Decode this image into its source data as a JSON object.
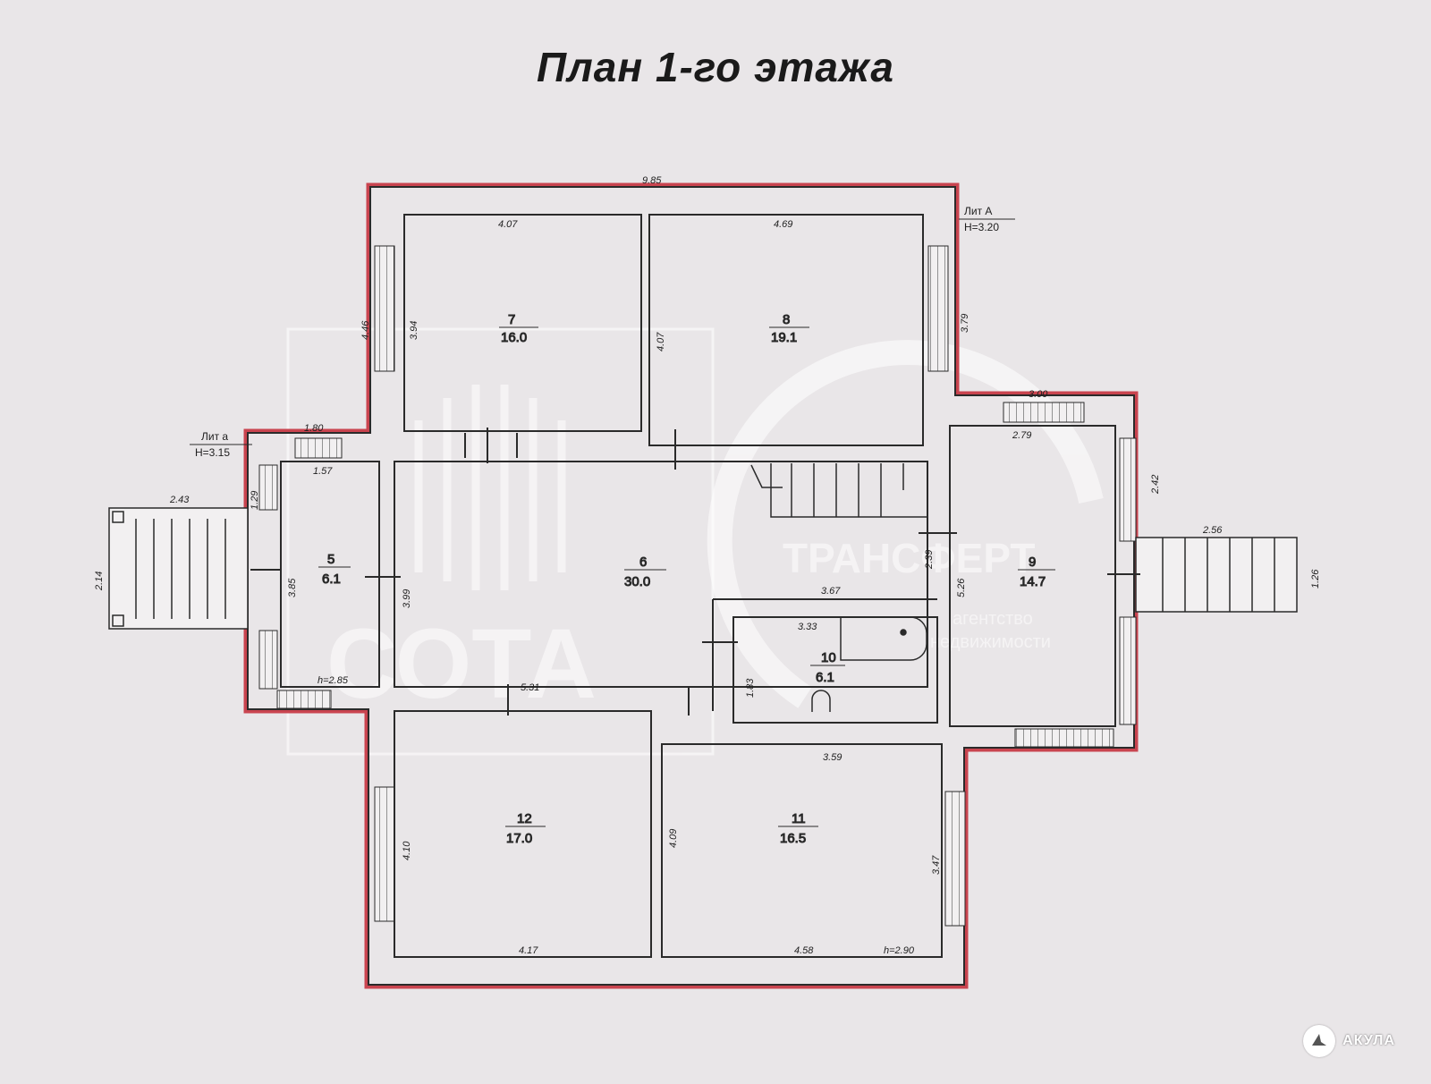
{
  "title": "План 1-го этажа",
  "accent_color": "#c9444f",
  "lit_a": {
    "name": "Лит А",
    "height": "H=3.20"
  },
  "lit_a_small": {
    "name": "Лит а",
    "height": "H=3.15"
  },
  "rooms": [
    {
      "num": "7",
      "area": "16.0"
    },
    {
      "num": "8",
      "area": "19.1"
    },
    {
      "num": "5",
      "area": "6.1"
    },
    {
      "num": "6",
      "area": "30.0"
    },
    {
      "num": "9",
      "area": "14.7"
    },
    {
      "num": "10",
      "area": "6.1"
    },
    {
      "num": "12",
      "area": "17.0"
    },
    {
      "num": "11",
      "area": "16.5"
    }
  ],
  "dimensions": {
    "top_total": "9.85",
    "r7_width": "4.07",
    "r8_width": "4.69",
    "r7_height": "3.94",
    "r8_left_height": "4.07",
    "r8_right_outer": "3.79",
    "left_upper_outer": "4.46",
    "lit_a_width_outer": "1.80",
    "lit_a_width_inner": "1.57",
    "lit_a_side": "1.29",
    "porch_left_width": "2.43",
    "porch_left_height": "2.14",
    "r5_height": "3.85",
    "r6_left_height": "3.99",
    "h_285": "h=2.85",
    "r6_bottom": "5.31",
    "stair_area_height": "2.39",
    "bath_top": "3.67",
    "bath_width": "3.33",
    "bath_height": "1.83",
    "r9_outer_top": "3.00",
    "r9_inner_top": "2.79",
    "r9_side_outer": "2.42",
    "r9_height": "5.26",
    "porch_right_width": "2.56",
    "porch_right_height": "1.26",
    "r11_top": "3.59",
    "r12_height": "4.10",
    "r11_left_height": "4.09",
    "r11_right_height": "3.47",
    "r12_bottom": "4.17",
    "r11_bottom": "4.58",
    "h_290": "h=2.90"
  },
  "watermark": {
    "left_text": "СОТА",
    "right_text": "ТРАНСФЕРТ",
    "right_sub1": "агентство",
    "right_sub2": "недвижимости"
  },
  "brand": {
    "label": "АКУЛА",
    "icon": "shark-icon"
  }
}
